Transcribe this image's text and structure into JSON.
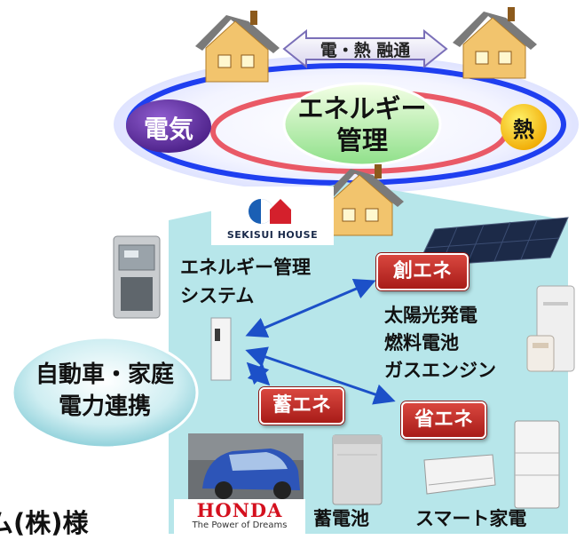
{
  "top": {
    "exchange_label": "電・熱 融通",
    "center_label_line1": "エネルギー",
    "center_label_line2": "管理",
    "left_bubble": "電気",
    "right_bubble": "熱"
  },
  "sekisui_logo": {
    "text": "SEKISUI HOUSE"
  },
  "system": {
    "label_line1": "エネルギー管理",
    "label_line2": "システム"
  },
  "sources": {
    "badge": "創エネ",
    "items": [
      "太陽光発電",
      "燃料電池",
      "ガスエンジン"
    ]
  },
  "storage": {
    "badge": "蓄エネ",
    "device_label": "蓄電池"
  },
  "saving": {
    "badge": "省エネ",
    "device_label": "スマート家電"
  },
  "vehicle": {
    "label_line1": "自動車・家庭",
    "label_line2": "電力連携"
  },
  "honda_logo": {
    "brand": "HONDA",
    "tagline": "The Power of Dreams"
  },
  "partial_text": "ム(株)様",
  "colors": {
    "ring_blue": "#1f3ff0",
    "ring_red": "#e84855",
    "panel_teal": "#b7e6ea",
    "badge_red": "#c0221c",
    "arrow_blue": "#1c50c8"
  }
}
